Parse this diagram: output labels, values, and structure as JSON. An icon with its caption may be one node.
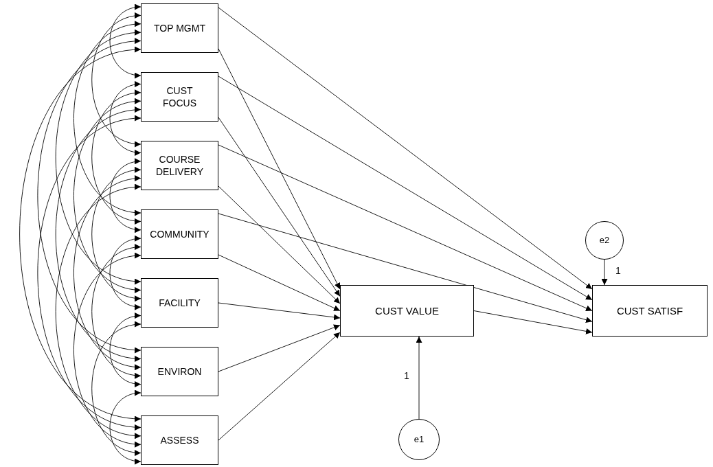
{
  "diagram": {
    "nodes": [
      {
        "text": [
          "TOP MGMT"
        ]
      },
      {
        "text": [
          "CUST FOCUS"
        ]
      },
      {
        "text": [
          "COURSE DELIVERY"
        ]
      },
      {
        "text": [
          "COMMUNITY"
        ]
      },
      {
        "text": [
          "FACILITY"
        ]
      },
      {
        "text": [
          "ENVIRON"
        ]
      },
      {
        "text": [
          "ASSESS"
        ]
      },
      {
        "text": [
          "CUST VALUE"
        ]
      },
      {
        "text": [
          "CUST SATISF"
        ]
      },
      {
        "text": [
          "e1"
        ]
      },
      {
        "text": [
          "e2"
        ]
      }
    ],
    "edges": [
      {
        "from": 0,
        "to": 1,
        "arrow": "both"
      },
      {
        "from": 0,
        "to": 2,
        "arrow": "both"
      },
      {
        "from": 0,
        "to": 3,
        "arrow": "both"
      },
      {
        "from": 0,
        "to": 4,
        "arrow": "both"
      },
      {
        "from": 0,
        "to": 5,
        "arrow": "both"
      },
      {
        "from": 0,
        "to": 6,
        "arrow": "both"
      },
      {
        "from": 1,
        "to": 2,
        "arrow": "both"
      },
      {
        "from": 1,
        "to": 3,
        "arrow": "both"
      },
      {
        "from": 1,
        "to": 4,
        "arrow": "both"
      },
      {
        "from": 1,
        "to": 5,
        "arrow": "both"
      },
      {
        "from": 1,
        "to": 6,
        "arrow": "both"
      },
      {
        "from": 2,
        "to": 3,
        "arrow": "both"
      },
      {
        "from": 2,
        "to": 4,
        "arrow": "both"
      },
      {
        "from": 2,
        "to": 5,
        "arrow": "both"
      },
      {
        "from": 2,
        "to": 6,
        "arrow": "both"
      },
      {
        "from": 3,
        "to": 4,
        "arrow": "both"
      },
      {
        "from": 3,
        "to": 5,
        "arrow": "both"
      },
      {
        "from": 3,
        "to": 6,
        "arrow": "both"
      },
      {
        "from": 4,
        "to": 5,
        "arrow": "both"
      },
      {
        "from": 4,
        "to": 6,
        "arrow": "both"
      },
      {
        "from": 5,
        "to": 6,
        "arrow": "both"
      },
      {
        "from": 0,
        "to": 8,
        "arrow": "to"
      },
      {
        "from": 0,
        "to": 7,
        "arrow": "to"
      },
      {
        "from": 1,
        "to": 8,
        "arrow": "to"
      },
      {
        "from": 1,
        "to": 7,
        "arrow": "to"
      },
      {
        "from": 2,
        "to": 8,
        "arrow": "to"
      },
      {
        "from": 2,
        "to": 7,
        "arrow": "to"
      },
      {
        "from": 3,
        "to": 8,
        "arrow": "to"
      },
      {
        "from": 3,
        "to": 7,
        "arrow": "to"
      },
      {
        "from": 4,
        "to": 7,
        "arrow": "to"
      },
      {
        "from": 5,
        "to": 7,
        "arrow": "to"
      },
      {
        "from": 6,
        "to": 7,
        "arrow": "to"
      },
      {
        "from": 7,
        "to": 8,
        "arrow": "to"
      },
      {
        "from": 9,
        "to": 7,
        "arrow": "to",
        "label": "1"
      },
      {
        "from": 10,
        "to": 8,
        "arrow": "to",
        "label": "1"
      }
    ]
  }
}
